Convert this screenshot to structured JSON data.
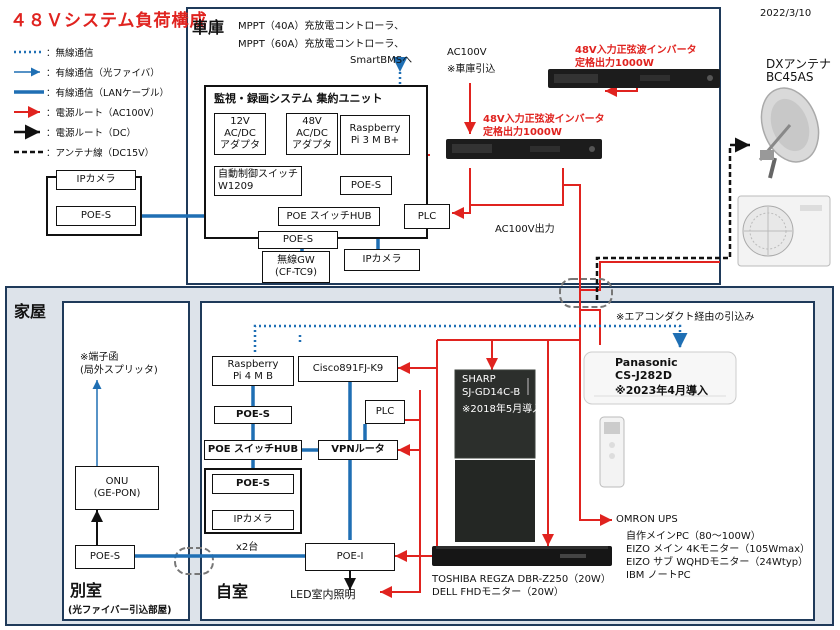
{
  "title": "４８Ｖシステム負荷構成",
  "date": "2022/3/10",
  "legend": [
    {
      "label": "：無線通信",
      "style": "dotted-blue"
    },
    {
      "label": "：有線通信（光ファイバ）",
      "style": "thin-blue"
    },
    {
      "label": "：有線通信（LANケーブル）",
      "style": "thick-blue"
    },
    {
      "label": "：電源ルート（AC100V）",
      "style": "red"
    },
    {
      "label": "：電源ルート（DC）",
      "style": "black"
    },
    {
      "label": "：アンテナ線（DC15V）",
      "style": "dashed-black"
    }
  ],
  "garage": {
    "label": "車庫",
    "mppt1": "MPPT（40A）充放電コントローラ、",
    "mppt2": "MPPT（60A）充放電コントローラ、",
    "smartbms": "SmartBMSへ",
    "ac100v_note1": "AC100V",
    "ac100v_note2": "※車庫引込",
    "inverter1_l1": "48V入力正弦波インバータ",
    "inverter1_l2": "定格出力1000W",
    "inverter2_l1": "48V入力正弦波インバータ",
    "inverter2_l2": "定格出力1000W",
    "ac_out": "AC100V出力",
    "monitor_unit": "監視・録画システム 集約ユニット",
    "adapter12_l1": "12V",
    "adapter12_l2": "AC/DC",
    "adapter12_l3": "アダプタ",
    "adapter48_l1": "48V",
    "adapter48_l2": "AC/DC",
    "adapter48_l3": "アダプタ",
    "raspi_l1": "Raspberry",
    "raspi_l2": "Pi 3 M B+",
    "autoswitch_l1": "自動制御スイッチ",
    "autoswitch_l2": "W1209",
    "poes_inner": "POE-S",
    "poe_hub": "POE スイッチHUB",
    "plc": "PLC",
    "ipcam_left": "IPカメラ",
    "poes_left": "POE-S",
    "poes_bottom": "POE-S",
    "wgw_l1": "無線GW",
    "wgw_l2": "(CF-TC9)",
    "ipcam_bottom": "IPカメラ"
  },
  "antenna": {
    "l1": "DXアンテナ",
    "l2": "BC45AS"
  },
  "aircon_duct": "※エアコンダクト経由の引込み",
  "aircon": {
    "l1": "Panasonic",
    "l2": "CS-J282D",
    "l3": "※2023年4月導入"
  },
  "house": {
    "label": "家屋"
  },
  "annex": {
    "terminal_l1": "※端子函",
    "terminal_l2": "(局外スプリッタ)",
    "onu_l1": "ONU",
    "onu_l2": "(GE-PON)",
    "poes": "POE-S",
    "label": "別室",
    "sublabel": "(光ファイバー引込部屋)"
  },
  "myroom": {
    "label": "自室",
    "raspi_l1": "Raspberry",
    "raspi_l2": "Pi 4 M B",
    "cisco": "Cisco891FJ-K9",
    "poes": "POE-S",
    "poe_hub": "POE スイッチHUB",
    "vpn": "VPNルータ",
    "plc": "PLC",
    "poes_cam": "POE-S",
    "ipcam": "IPカメラ",
    "x2": "x2台",
    "poei": "POE-I",
    "led": "LED室内照明",
    "fridge_l1": "SHARP",
    "fridge_l2": "SJ-GD14C-B",
    "fridge_l3": "※2018年5月導入",
    "tv_l1": "TOSHIBA REGZA DBR-Z250（20W）",
    "tv_l2": "DELL FHDモニター（20W）",
    "ups_l1": "OMRON UPS",
    "ups_l2": "自作メインPC（80～100W）",
    "ups_l3": "EIZO メイン 4Kモニター（105Wmax）",
    "ups_l4": "EIZO サブ WQHDモニター（24Wtyp）",
    "ups_l5": "IBM ノートPC"
  },
  "colors": {
    "red": "#e0231f",
    "blue": "#1f6fb4",
    "border": "#1f3a5a",
    "house_bg": "#dde3ea"
  }
}
